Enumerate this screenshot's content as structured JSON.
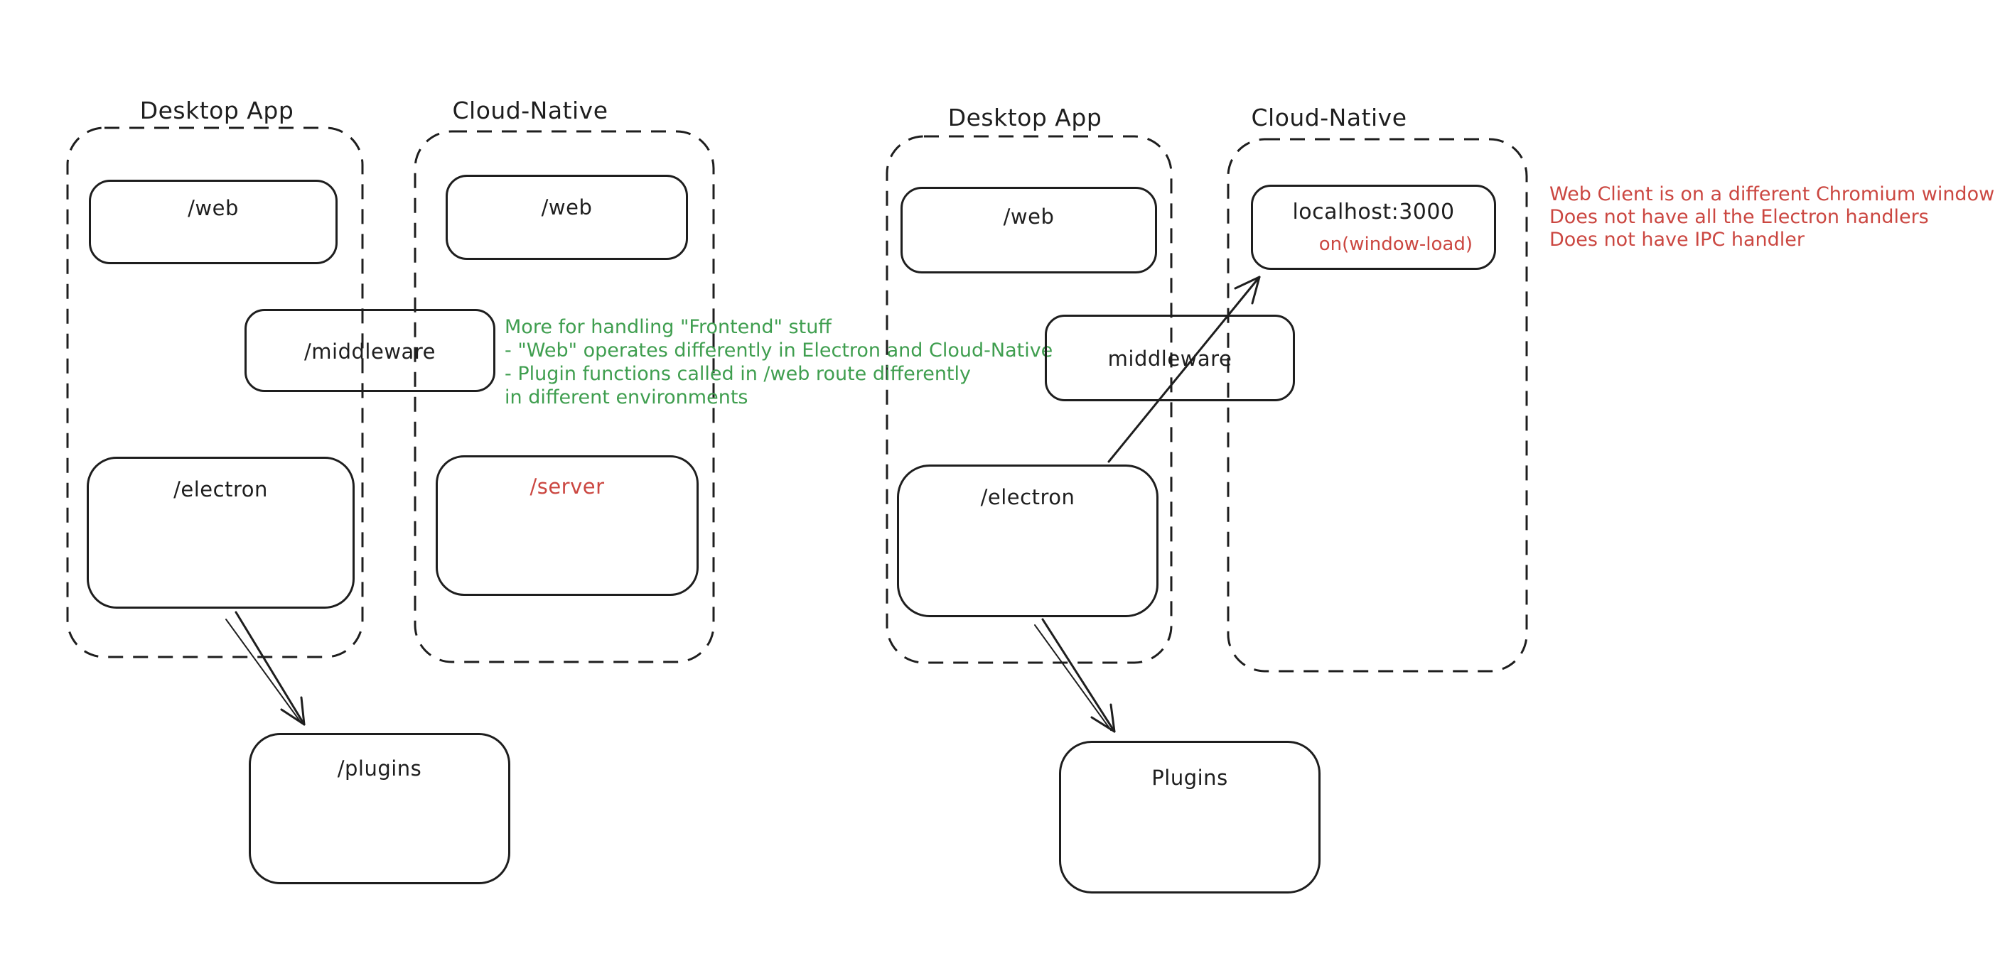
{
  "canvas": {
    "background": "#ffffff"
  },
  "colors": {
    "stroke": "#1e1e1e",
    "annotation_green": "#3f9e4f",
    "annotation_red": "#cb4741"
  },
  "left_diagram": {
    "desktop_app": {
      "title": "Desktop App",
      "web_label": "/web",
      "electron_label": "/electron"
    },
    "cloud_native": {
      "title": "Cloud-Native",
      "web_label": "/web",
      "server_label": "/server"
    },
    "middleware_label": "/middleware",
    "plugins_label": "/plugins",
    "green_note": {
      "lines": [
        "More for handling \"Frontend\" stuff",
        "- \"Web\" operates differently in Electron and Cloud-Native",
        "- Plugin functions called in /web route differently",
        "in different environments"
      ]
    }
  },
  "right_diagram": {
    "desktop_app": {
      "title": "Desktop App",
      "web_label": "/web",
      "electron_label": "/electron"
    },
    "cloud_native": {
      "title": "Cloud-Native",
      "localhost_label": "localhost:3000",
      "onload_label": "on(window-load)"
    },
    "middleware_label": "middleware",
    "plugins_label": "Plugins",
    "red_note": {
      "lines": [
        "Web Client is on a different Chromium window",
        "Does not have all the Electron handlers",
        "Does not have IPC handler"
      ]
    }
  }
}
